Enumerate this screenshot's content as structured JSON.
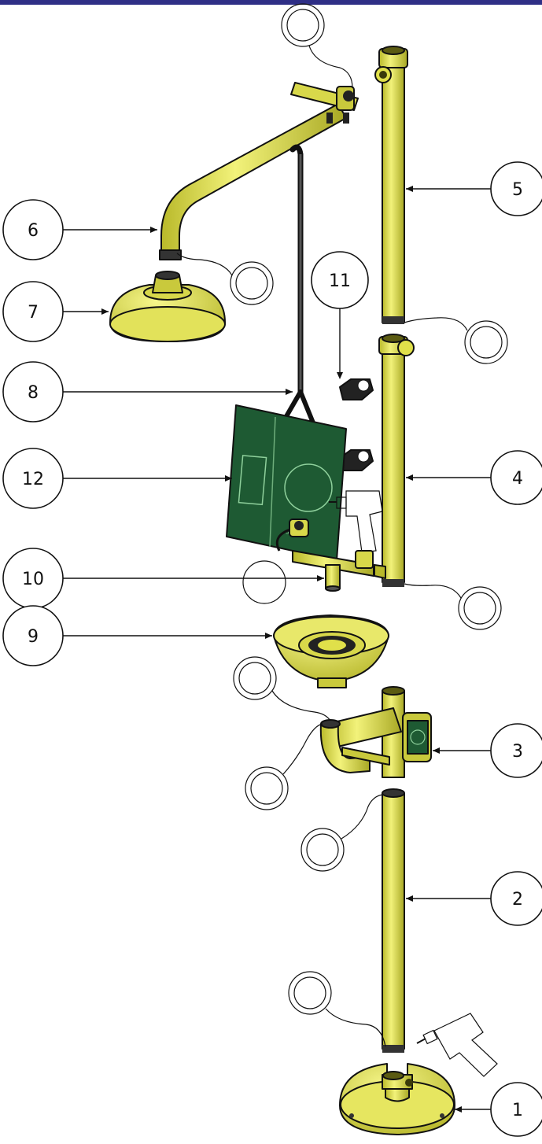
{
  "colors": {
    "part_yellow": "#e8e84a",
    "part_yellow_dark": "#b9b92a",
    "outline": "#111111",
    "sign_green": "#1e5a33",
    "top_bar": "#2f2f86"
  },
  "callouts": [
    {
      "id": "c1",
      "label": "1"
    },
    {
      "id": "c2",
      "label": "2"
    },
    {
      "id": "c3",
      "label": "3"
    },
    {
      "id": "c4",
      "label": "4"
    },
    {
      "id": "c5",
      "label": "5"
    },
    {
      "id": "c6",
      "label": "6"
    },
    {
      "id": "c7",
      "label": "7"
    },
    {
      "id": "c8",
      "label": "8"
    },
    {
      "id": "c9",
      "label": "9"
    },
    {
      "id": "c10",
      "label": "10"
    },
    {
      "id": "c11",
      "label": "11"
    },
    {
      "id": "c12",
      "label": "12"
    }
  ],
  "icons": [
    "ptfe-tape-roll-icon",
    "drill-icon",
    "safety-sign-icon"
  ]
}
